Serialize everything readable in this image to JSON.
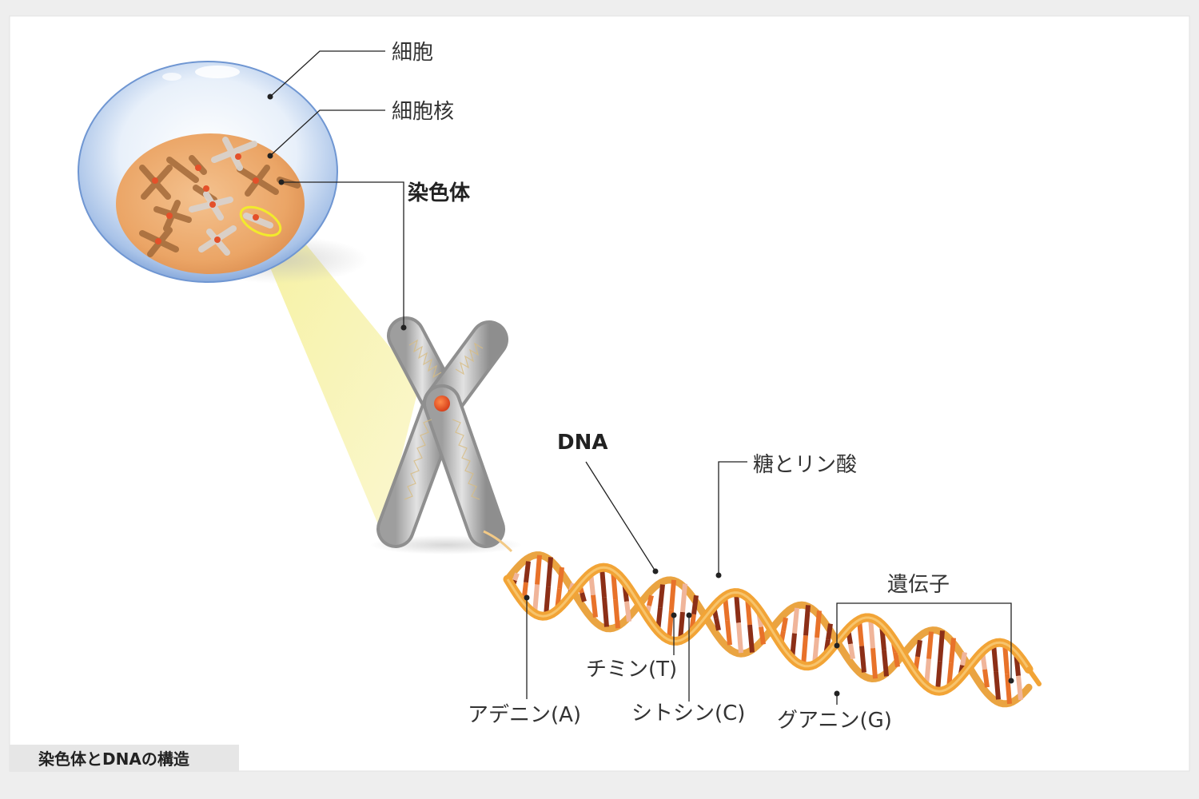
{
  "caption": "染色体とDNAの構造",
  "labels": {
    "cell": "細胞",
    "nucleus": "細胞核",
    "chromosome": "染色体",
    "dna": "DNA",
    "sugar_phosphate": "糖とリン酸",
    "gene": "遺伝子",
    "thymine": "チミン(T)",
    "adenine": "アデニン(A)",
    "cytosine": "シトシン(C)",
    "guanine": "グアニン(G)"
  },
  "colors": {
    "background": "#eeeeee",
    "panel": "#ffffff",
    "cell_blue": "#7fa6dc",
    "nucleus_orange": "#eaa266",
    "highlight_yellow": "#f7f3a8",
    "helix_orange": "#f2a436",
    "base_dark": "#8c2f17",
    "base_orange": "#e8722a",
    "base_pink": "#f0b59a",
    "leader_line": "#222222"
  }
}
